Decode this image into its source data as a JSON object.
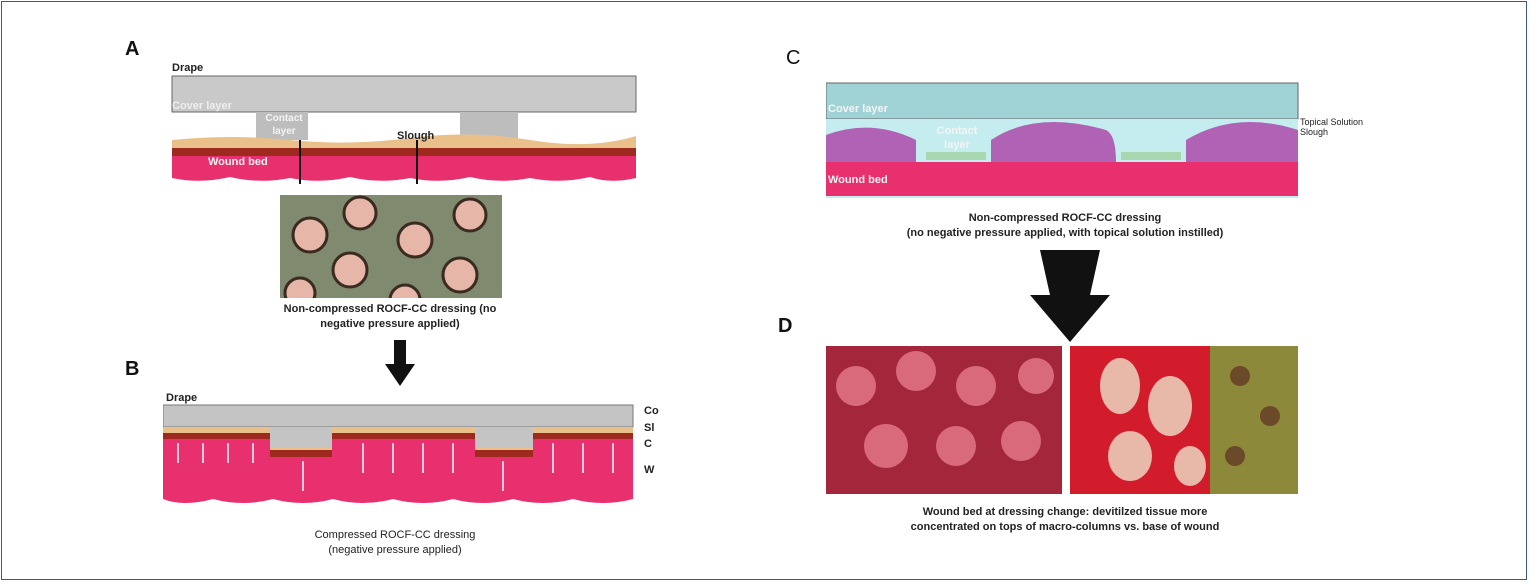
{
  "panels": {
    "a": {
      "label": "A",
      "drape": "Drape",
      "cover_layer": "Cover layer",
      "contact_layer": "Contact layer",
      "slough": "Slough",
      "wound_bed": "Wound bed",
      "caption_line1": "Non-compressed ROCF-CC dressing (no",
      "caption_line2": "negative pressure applied)"
    },
    "b": {
      "label": "B",
      "drape": "Drape",
      "side_labels": [
        "Co",
        "Sl",
        "C",
        "W"
      ],
      "caption_line1": "Compressed ROCF-CC dressing",
      "caption_line2": "(negative pressure applied)"
    },
    "c": {
      "label": "C",
      "cover_layer": "Cover layer",
      "contact_layer": "Contact layer",
      "wound_bed": "Wound bed",
      "topical_solution": "Topical Solution",
      "slough": "Slough",
      "caption_line1": "Non-compressed ROCF-CC dressing",
      "caption_line2": "(no negative pressure applied, with topical solution instilled)"
    },
    "d": {
      "label": "D",
      "caption_line1": "Wound bed at dressing change: devitilzed tissue more",
      "caption_line2": "concentrated on tops of macro-columns vs. base of wound"
    }
  },
  "colors": {
    "wound": "#e8306e",
    "cover": "#c8c8c8",
    "cover_c": "#9fd3d6",
    "slough": "#e9c08a",
    "purple": "#b062b4",
    "frame": "#3b5a8a"
  }
}
